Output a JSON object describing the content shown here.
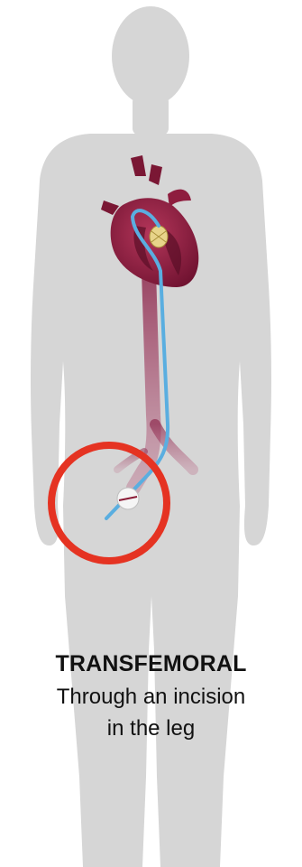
{
  "caption": {
    "title": "TRANSFEMORAL",
    "line1": "Through an incision",
    "line2": "in the leg"
  },
  "colors": {
    "silhouette": "#d6d6d6",
    "heart": "#8e1d3e",
    "catheter": "#5aaee0",
    "artery": "#a04a6a",
    "highlight_ring": "#e53322",
    "valve": "#e8d48a"
  },
  "icons": {
    "body": "human-silhouette",
    "heart": "heart-cross-section",
    "catheter": "catheter-line",
    "entry": "incision-highlight"
  }
}
